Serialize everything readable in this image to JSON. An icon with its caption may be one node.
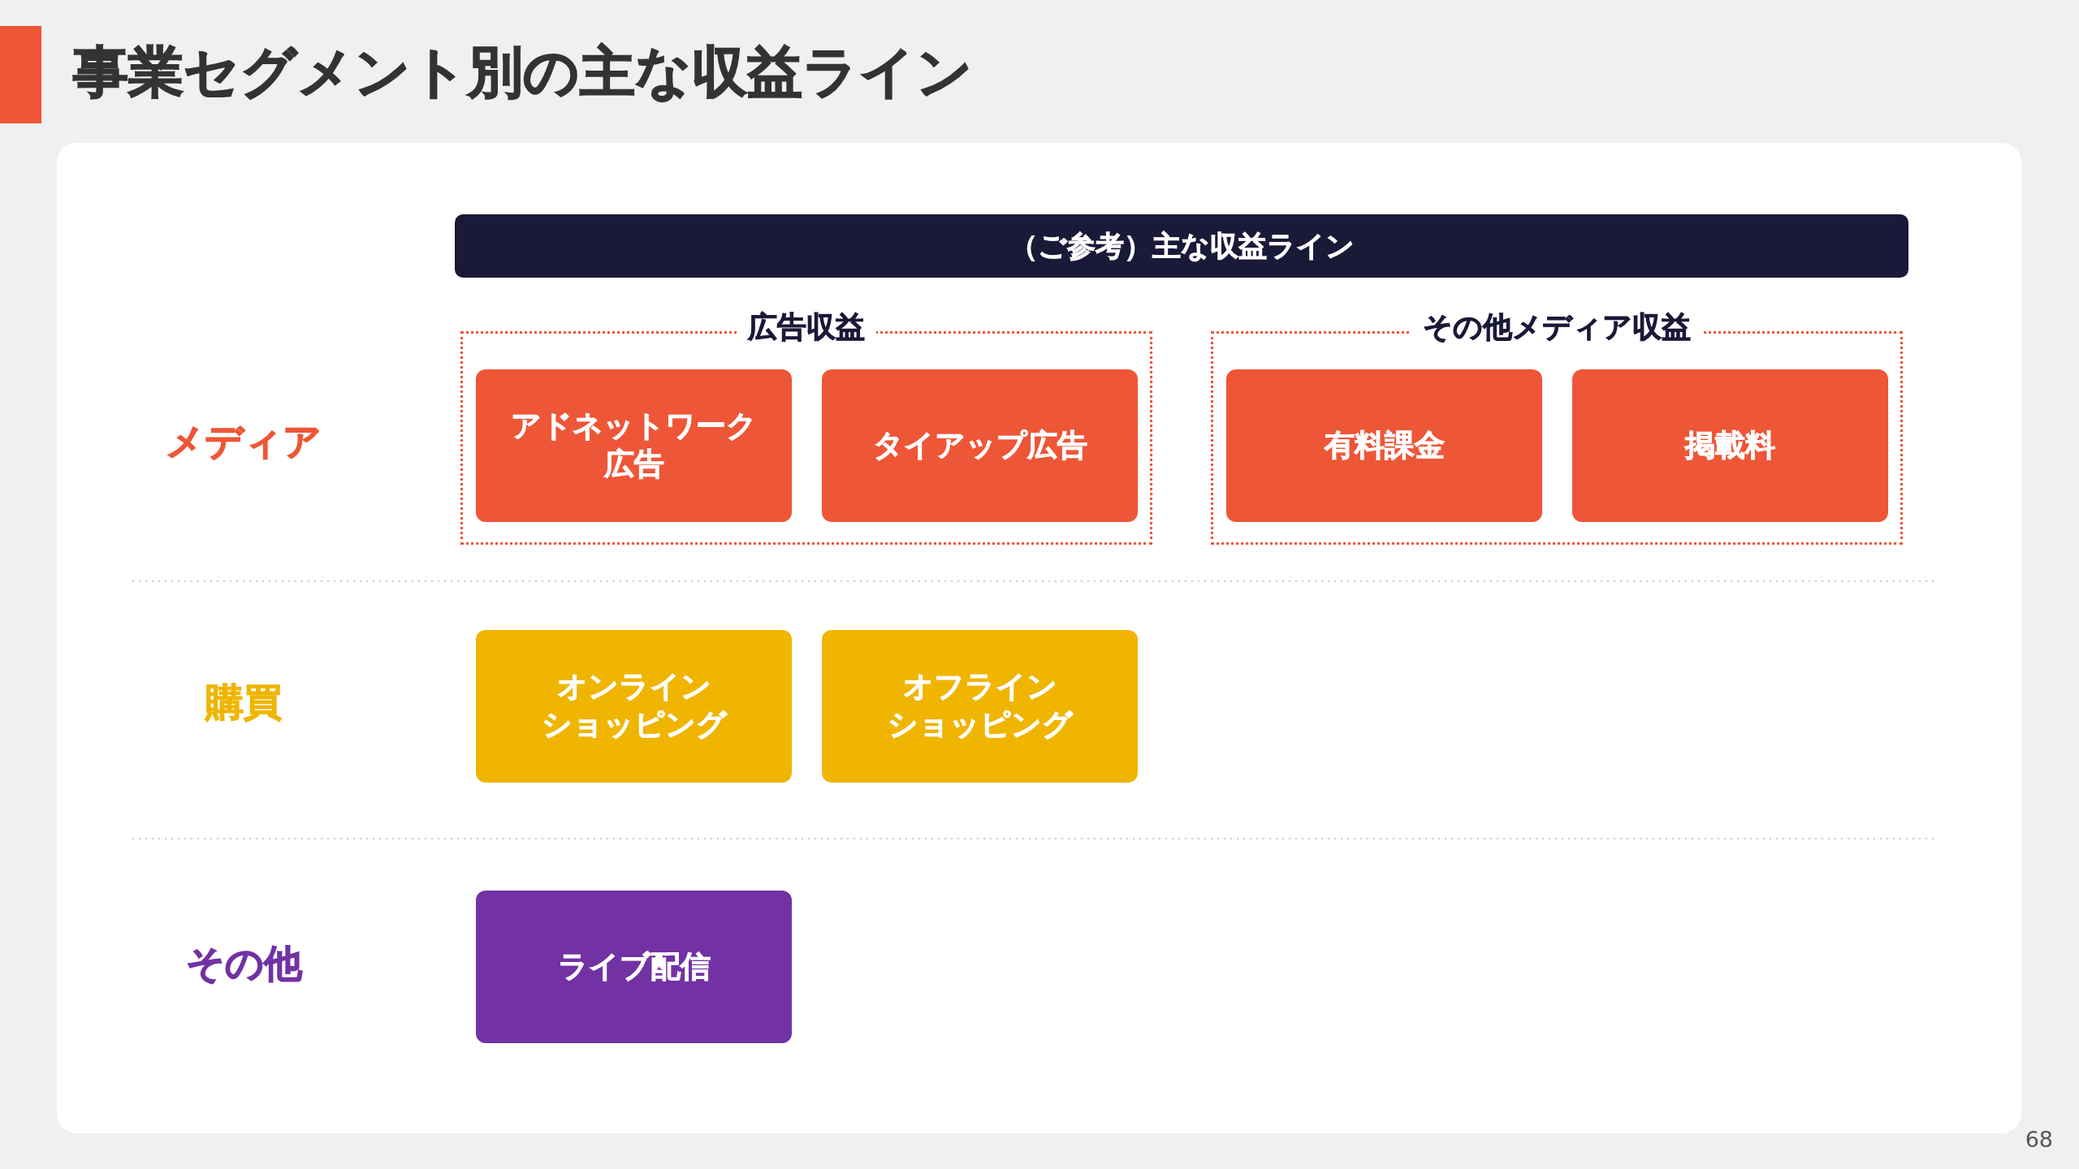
{
  "diagram": {
    "title": "事業セグメント別の主な収益ライン",
    "nodes": [
      {
        "text": [
          "（ご参考）主な収益ライン"
        ]
      },
      {
        "text": [
          "広告収益"
        ]
      },
      {
        "text": [
          "アドネットワーク広告"
        ],
        "in": 1
      },
      {
        "text": [
          "タイアップ広告"
        ],
        "in": 1
      },
      {
        "text": [
          "その他メディア収益"
        ]
      },
      {
        "text": [
          "有料課金"
        ],
        "in": 4
      },
      {
        "text": [
          "掲載料"
        ],
        "in": 4
      },
      {
        "text": [
          "オンラインショッピング"
        ]
      },
      {
        "text": [
          "オフラインショッピング"
        ]
      },
      {
        "text": [
          "ライブ配信"
        ]
      }
    ],
    "labels": [
      "メディア",
      "購買",
      "その他",
      "68"
    ]
  }
}
